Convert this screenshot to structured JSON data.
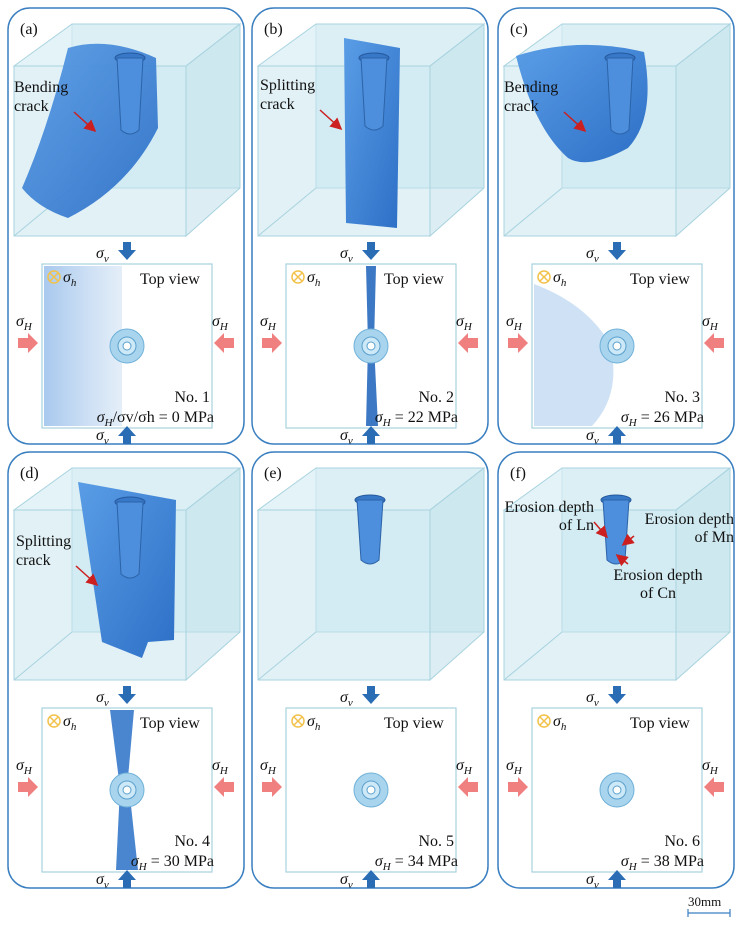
{
  "panels": [
    {
      "tag": "(a)",
      "crack_label": [
        "Bending",
        "crack"
      ],
      "no": "No. 1",
      "stress_prefix": "",
      "stress_value": "/σv/σh = 0 MPa"
    },
    {
      "tag": "(b)",
      "crack_label": [
        "Splitting",
        "crack"
      ],
      "no": "No. 2",
      "stress_prefix": "",
      "stress_value": " = 22 MPa"
    },
    {
      "tag": "(c)",
      "crack_label": [
        "Bending",
        "crack"
      ],
      "no": "No. 3",
      "stress_prefix": "",
      "stress_value": " = 26 MPa"
    },
    {
      "tag": "(d)",
      "crack_label": [
        "Splitting",
        "crack"
      ],
      "no": "No. 4",
      "stress_prefix": "",
      "stress_value": " = 30 MPa"
    },
    {
      "tag": "(e)",
      "crack_label": [],
      "no": "No. 5",
      "stress_prefix": "",
      "stress_value": " = 34 MPa"
    },
    {
      "tag": "(f)",
      "crack_label": [],
      "no": "No. 6",
      "stress_prefix": "",
      "stress_value": " = 38 MPa"
    }
  ],
  "common": {
    "top_view": "Top view",
    "sigma": "σ",
    "sub_v": "v",
    "sub_h": "h",
    "sub_H": "H"
  },
  "erosion": {
    "ln": [
      "Erosion depth",
      "of Ln"
    ],
    "mn": [
      "Erosion depth",
      "of Mn"
    ],
    "cn": [
      "Erosion depth",
      "of Cn"
    ]
  },
  "scale_bar": "30mm",
  "colors": {
    "frame": "#3a7fc0",
    "cube": "#c9e6ee",
    "crack": "#3d82d6",
    "arrow_v": "#2a6db5",
    "arrow_h": "#f08080",
    "label_arrow": "#cc1f1f",
    "otimes": "#f2c24a"
  }
}
